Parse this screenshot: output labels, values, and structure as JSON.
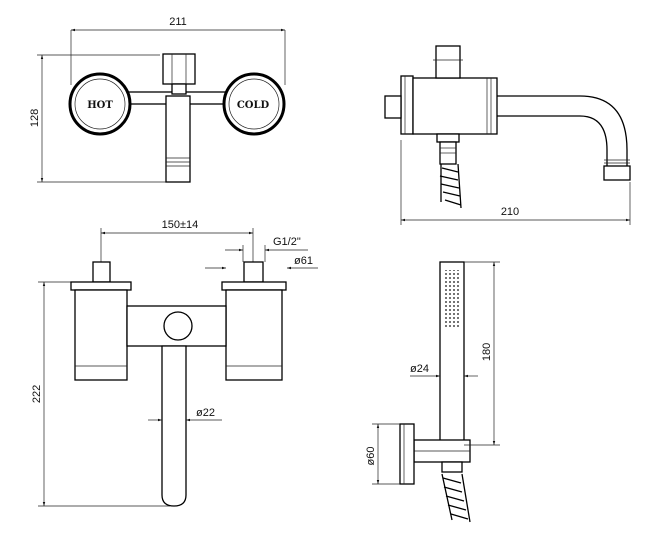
{
  "front_view": {
    "width_dim": "211",
    "height_dim": "128",
    "hot_label": "HOT",
    "cold_label": "COLD"
  },
  "side_view": {
    "length_dim": "210"
  },
  "top_view": {
    "spacing_dim": "150±14",
    "thread_dim": "G1/2\"",
    "knob_dia_dim": "ø61",
    "height_dim": "222",
    "spout_dia_dim": "ø22"
  },
  "hand_shower": {
    "length_dim": "180",
    "handle_dia_dim": "ø24",
    "holder_dia_dim": "ø60"
  }
}
